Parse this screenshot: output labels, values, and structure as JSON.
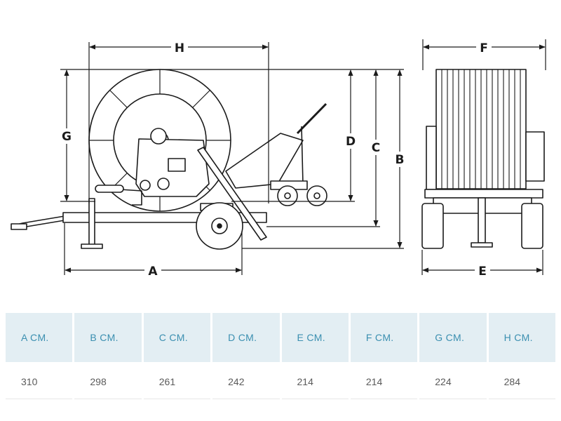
{
  "diagram": {
    "dimension_labels": {
      "A": "A",
      "B": "B",
      "C": "C",
      "D": "D",
      "E": "E",
      "F": "F",
      "G": "G",
      "H": "H"
    }
  },
  "table": {
    "headers": [
      "A CM.",
      "B CM.",
      "C CM.",
      "D CM.",
      "E CM.",
      "F CM.",
      "G CM.",
      "H CM."
    ],
    "values": [
      "310",
      "298",
      "261",
      "242",
      "214",
      "214",
      "224",
      "284"
    ]
  },
  "colors": {
    "line": "#1b1b1b",
    "header_bg": "#e3eef3",
    "header_text": "#3b8fb0",
    "value_text": "#5a5a5a"
  }
}
